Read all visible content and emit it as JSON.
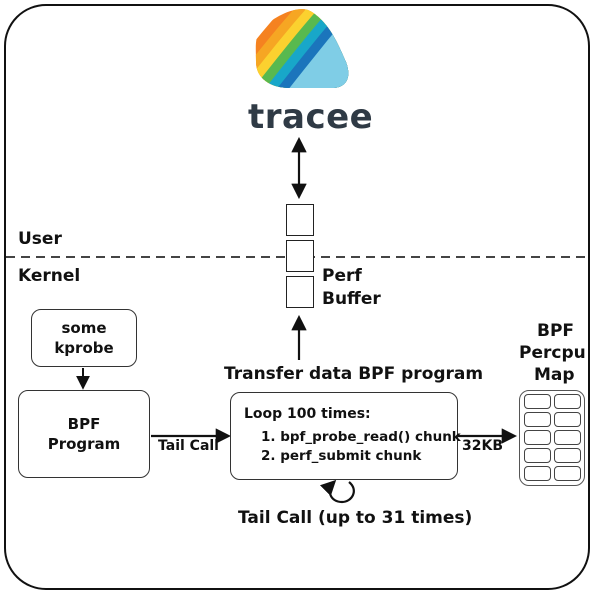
{
  "logo": {
    "wordmark": "tracee",
    "colors": [
      "#f58220",
      "#f6a623",
      "#fbd12f",
      "#58b94f",
      "#18a7c9",
      "#1b75bc",
      "#7fcde6"
    ]
  },
  "zones": {
    "user_label": "User",
    "kernel_label": "Kernel"
  },
  "perf_buffer": {
    "label_line1": "Perf",
    "label_line2": "Buffer"
  },
  "nodes": {
    "kprobe": "some\nkprobe",
    "bpf_program": "BPF\nProgram",
    "transfer_title": "Transfer data BPF program",
    "loop_title": "Loop 100 times:",
    "loop_step1": "1. bpf_probe_read() chunk",
    "loop_step2": "2. perf_submit chunk",
    "percpu_map_line1": "BPF",
    "percpu_map_line2": "Percpu",
    "percpu_map_line3": "Map"
  },
  "edges": {
    "tail_call": "Tail Call",
    "chunk_size": "32KB",
    "self_loop": "Tail Call (up to 31 times)"
  },
  "colors": {
    "stroke": "#111111",
    "box_border": "#333333"
  }
}
